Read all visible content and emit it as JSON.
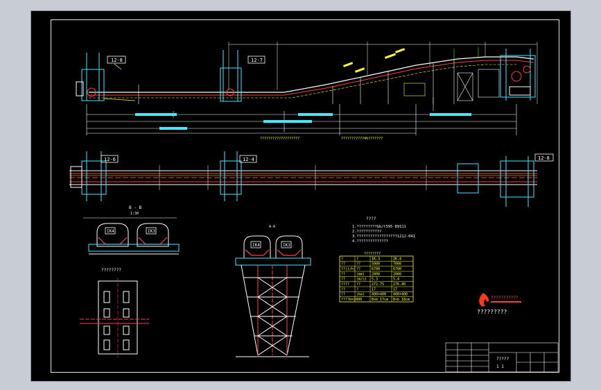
{
  "viewport": {
    "background": "#000000"
  },
  "colors": {
    "white": "#ffffff",
    "yellow": "#ffff33",
    "red": "#ff4040",
    "cyan": "#44e8ff",
    "green": "#44ff44",
    "gray": "#9aa0aa"
  },
  "elevation": {
    "tag_left": "12-8",
    "tag_mid": "12-7",
    "note_a": "???????????????????",
    "note_b": "???????????4%???????"
  },
  "plan": {
    "tag_left": "12-6",
    "tag_mid": "12-4",
    "tag_right": "12-8"
  },
  "section_bb": {
    "title": "B - B",
    "scale": "1:30",
    "idler_left": "IK4",
    "idler_right": "IK3"
  },
  "section_aa": {
    "title": "A-A",
    "idler_left": "IK4",
    "idler_right": "IK3"
  },
  "detail": {
    "title": "????????"
  },
  "notes": {
    "title": "????",
    "lines": [
      "1.?????????Gb/t595-89111",
      "2.???????????",
      "3.??????????????????121J-041",
      "4.??????????????"
    ]
  },
  "spec_table": {
    "title": "????????",
    "header": [
      "?",
      "?",
      "IK-3",
      "IK-4"
    ],
    "rows": [
      [
        "??",
        "??",
        "5000",
        "7000"
      ],
      [
        "??(t/h)",
        "??",
        "6700",
        "6700"
      ],
      [
        "??",
        "(mm)",
        "2000",
        "2000"
      ],
      [
        "??",
        "(m/s)",
        "5.3",
        "5.4"
      ],
      [
        "????",
        "??",
        "272.75",
        "276.40"
      ],
      [
        "??",
        "?",
        "17",
        "17"
      ],
      [
        "??",
        "(kw)",
        "400+400",
        "400+400"
      ],
      [
        "????b=2000",
        "",
        "B×b 17cm",
        "B×b 18cm"
      ]
    ]
  },
  "logo": {
    "line1": "???????????",
    "line2": "?????????"
  },
  "title_block": {
    "name": "?????",
    "sheet": "1    1"
  }
}
